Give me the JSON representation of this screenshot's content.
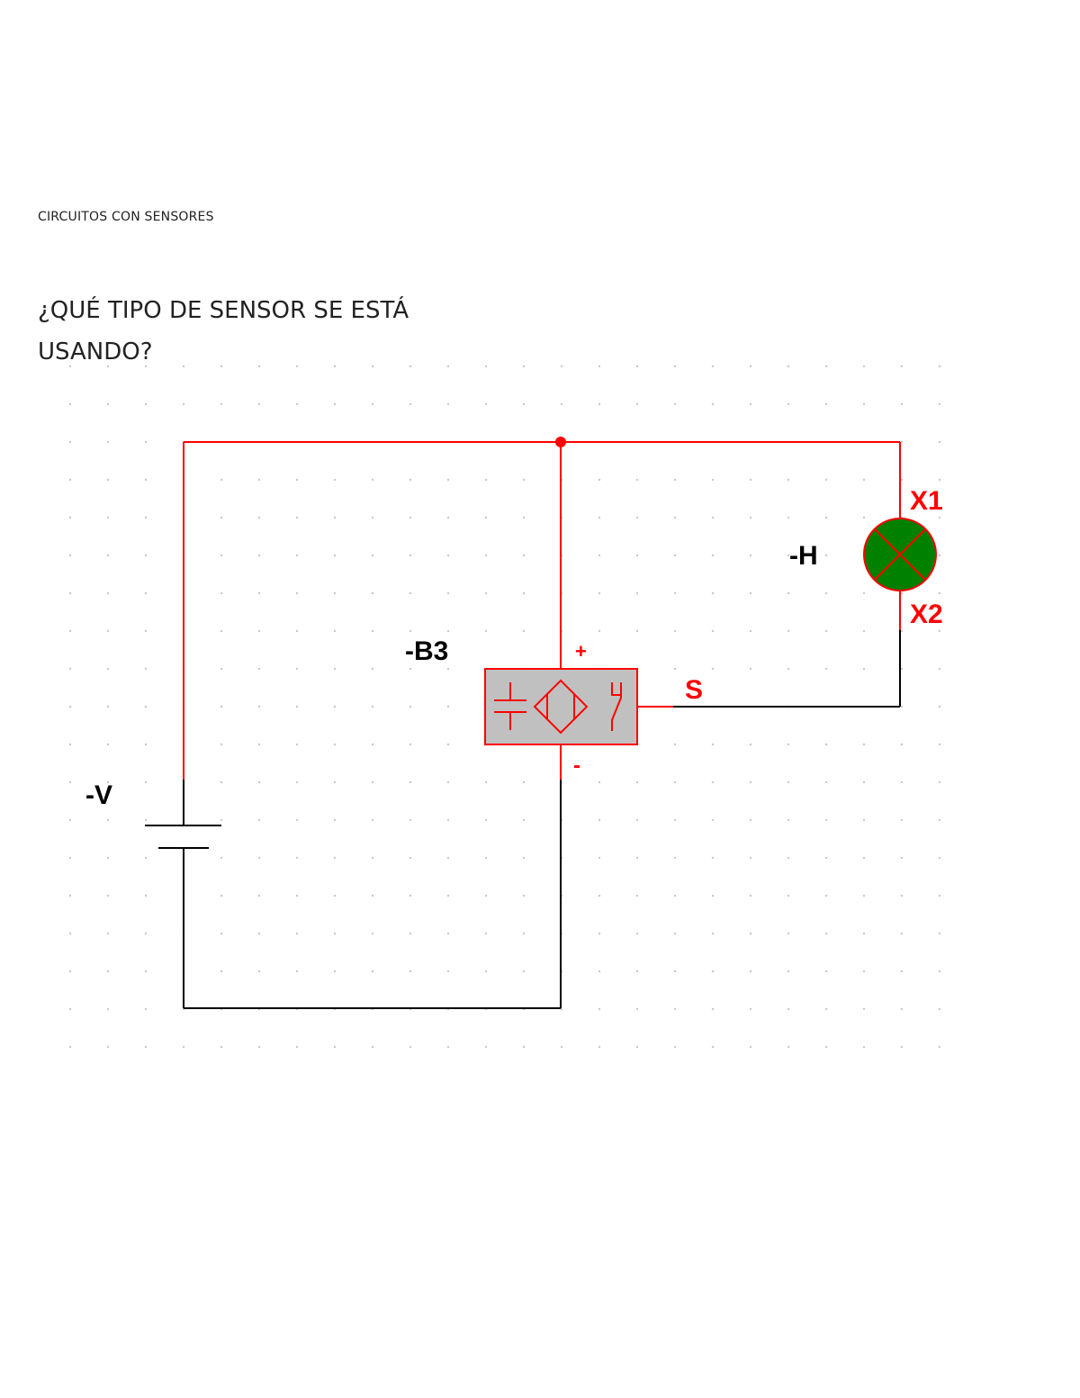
{
  "header": {
    "title": "CIRCUITOS CON SENSORES"
  },
  "question": {
    "line1": "¿QUÉ TIPO DE SENSOR SE ESTÁ",
    "line2": "USANDO?"
  },
  "diagram": {
    "labels": {
      "battery": "-V",
      "sensor": "-B3",
      "lamp": "-H",
      "lamp_terminal_top": "X1",
      "lamp_terminal_bottom": "X2",
      "sensor_output": "S",
      "sensor_plus": "+",
      "sensor_minus": "-"
    },
    "colors": {
      "wire_active": "#ff0000",
      "wire_inactive": "#000000",
      "lamp_fill": "#008000",
      "sensor_fill": "#c0c0c0",
      "grid_dot": "#c8c8c8"
    },
    "icons": [
      "battery-icon",
      "lamp-icon",
      "capacitive-sensor-icon"
    ]
  }
}
